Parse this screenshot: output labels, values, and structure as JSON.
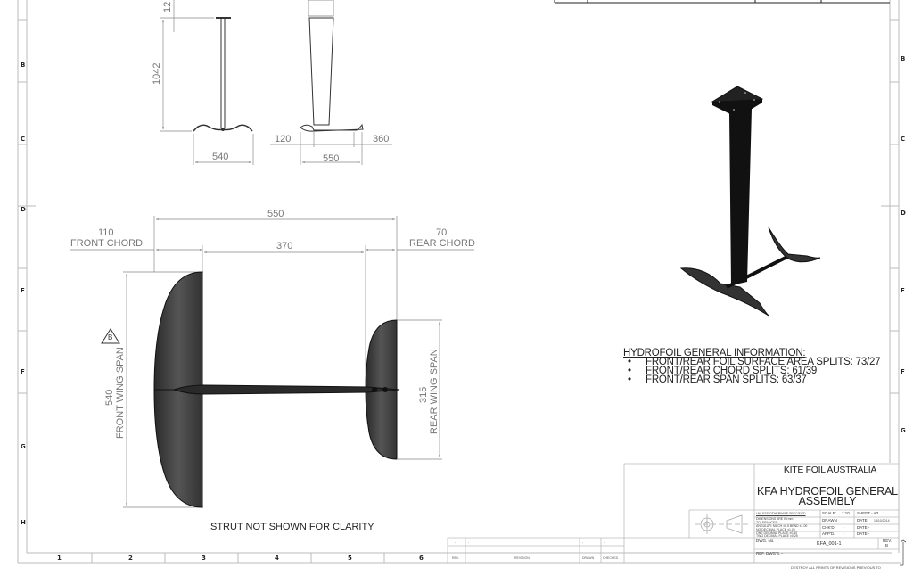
{
  "sheet": {
    "border_color": "#bbbbbb",
    "ink_color": "#222222",
    "dimension_color": "#777777",
    "row_zones": [
      "B",
      "C",
      "D",
      "E",
      "F",
      "G",
      "H"
    ],
    "column_zones": [
      "1",
      "2",
      "3",
      "4",
      "5",
      "6"
    ]
  },
  "front_view": {
    "dims": {
      "top_plate": "12",
      "strut_height": "1042",
      "front_wing_width": "540"
    }
  },
  "side_view": {
    "dims": {
      "front_offset": "120",
      "fuselage_length": "550",
      "rear_offset": "360"
    }
  },
  "top_view": {
    "dims": {
      "overall": "550",
      "between_wings": "370",
      "front_chord_value": "110",
      "front_chord_label": "FRONT CHORD",
      "rear_chord_value": "70",
      "rear_chord_label": "REAR CHORD",
      "front_span_value": "540",
      "front_span_label": "FRONT WING SPAN",
      "rear_span_value": "315",
      "rear_span_label": "REAR WING SPAN"
    },
    "revision_marker": "B",
    "note": "STRUT NOT SHOWN FOR CLARITY"
  },
  "general_info": {
    "title": "HYDROFOIL GENERAL INFORMATION:",
    "items": [
      "FRONT/REAR FOIL SURFACE AREA SPLITS:  73/27",
      "FRONT/REAR CHORD SPLITS: 61/39",
      "FRONT/REAR SPAN SPLITS: 63/37"
    ]
  },
  "revision_table": {
    "headers": [
      "REV.",
      "REVISION",
      "DRAWN",
      "CHECKED"
    ],
    "row": [
      "-",
      "-",
      "-",
      "-"
    ]
  },
  "title_block": {
    "company": "KITE FOIL AUSTRALIA",
    "title_line1": "KFA HYDROFOIL GENERAL",
    "title_line2": "ASSEMBLY",
    "scale_label": "SCALE:",
    "scale_value": "1:10",
    "sheet": "SHEET - A3",
    "drawn_label": "DRAWN",
    "date_label": "DATE",
    "date_value": "13/10/2014",
    "chkd_label": "CHK'D.",
    "chkd_value": "-",
    "chkd_date": "DATE -",
    "appd_label": "APP'D.",
    "appd_value": "-",
    "appd_date": "DATE -",
    "dwg_no_label": "DWG. No.",
    "dwg_no_value": "KFA_001-1",
    "rev_label": "REV.",
    "rev_value": "B",
    "ref_dwgs": "REF. DWG'S. -",
    "tolerance_heading": "UNLESS OTHERWISE SPECIFIED",
    "tolerance_lines": [
      "DIMENSIONS ARE IN mm",
      "TOLERANCES:",
      "ANGULAR: MACH ±0.5  BEND ±1.00",
      "NO DECIMAL PLACE ±1.00",
      "ONE DECIMAL PLACE ±0.50",
      "TWO DECIMAL PLACE ±0.25"
    ],
    "destroy_notice": "DESTROY ALL PRINTS OF REVISIONS PREVIOUS TO"
  }
}
